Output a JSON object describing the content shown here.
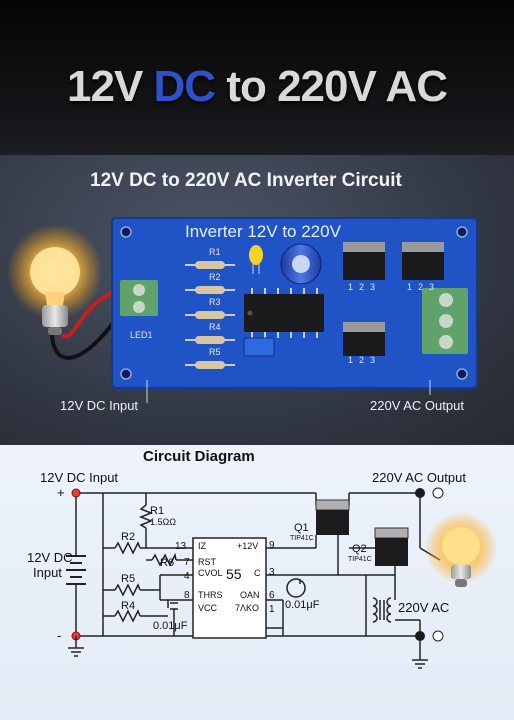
{
  "hero": {
    "title_pre": "12V ",
    "title_dc": "DC",
    "title_post": " to 220V AC"
  },
  "pcb_section": {
    "title": "12V DC to 220V AC Inverter Circuit",
    "board_label": "Inverter 12V to 220V",
    "resistors": [
      "R1",
      "R2",
      "R3",
      "R4",
      "R5"
    ],
    "led_label": "LED1",
    "transistor_pins": [
      "1",
      "2",
      "3"
    ],
    "input_label": "12V DC Input",
    "output_label": "220V AC Output"
  },
  "diagram": {
    "title": "Circuit Diagram",
    "dc_input_top": "12V DC Input",
    "ac_output_top": "220V AC Output",
    "battery_label": "12V DC",
    "battery_label2": "Input",
    "plus": "+",
    "minus": "-",
    "resistors": [
      "R1",
      "R2",
      "R5",
      "R4",
      "R6"
    ],
    "r1_value": "1.5ΩΩ",
    "ic_label": "55",
    "ic_pins_left": [
      "IZ",
      "RST",
      "CVOL",
      "THRS",
      "VCC"
    ],
    "ic_pins_right": [
      "+12V",
      "C",
      "OAN",
      "7ΛKO"
    ],
    "pin_numbers": [
      "13",
      "7",
      "4",
      "8",
      "9",
      "3",
      "6",
      "1"
    ],
    "cap_left": "0.01μF",
    "cap_right": "0.01μF",
    "q1": "Q1",
    "q1_part": "TIP41C",
    "q2": "Q2",
    "q2_part": "TIP41C",
    "ac_label": "220V AC"
  }
}
